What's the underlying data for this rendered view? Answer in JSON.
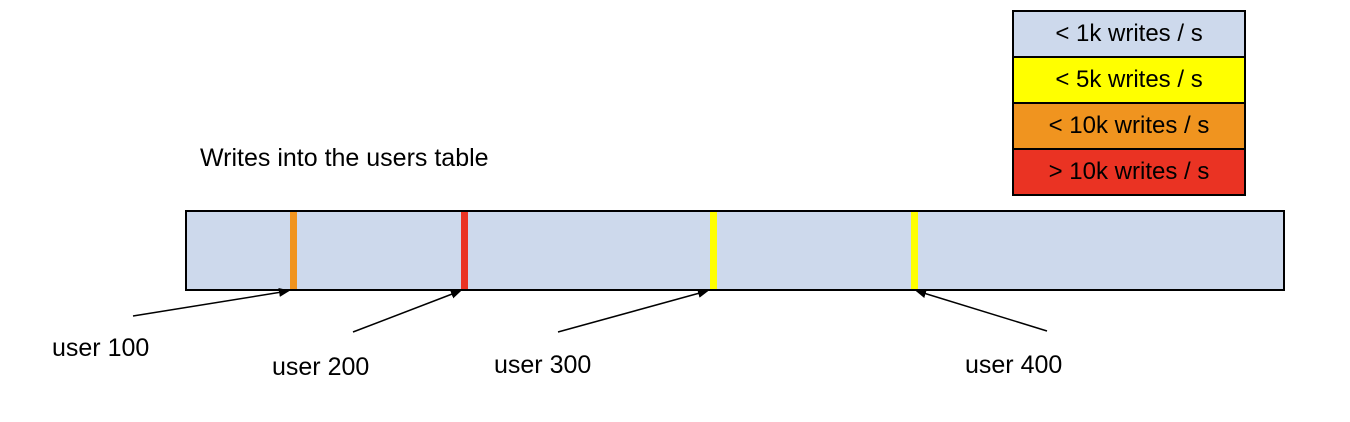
{
  "title": "Writes into the users table",
  "legend": {
    "items": [
      {
        "label": "< 1k writes / s",
        "color": "#cdd9ec"
      },
      {
        "label": "< 5k writes / s",
        "color": "#ffff00"
      },
      {
        "label": "< 10k writes / s",
        "color": "#f0941f"
      },
      {
        "label": "> 10k writes / s",
        "color": "#ea3323"
      }
    ]
  },
  "table_bar": {
    "fill": "#cdd9ec",
    "border_color": "#000000",
    "markers": [
      {
        "user": "user 100",
        "color": "#f0941f"
      },
      {
        "user": "user 200",
        "color": "#ea3323"
      },
      {
        "user": "user 300",
        "color": "#ffff00"
      },
      {
        "user": "user 400",
        "color": "#ffff00"
      }
    ]
  }
}
